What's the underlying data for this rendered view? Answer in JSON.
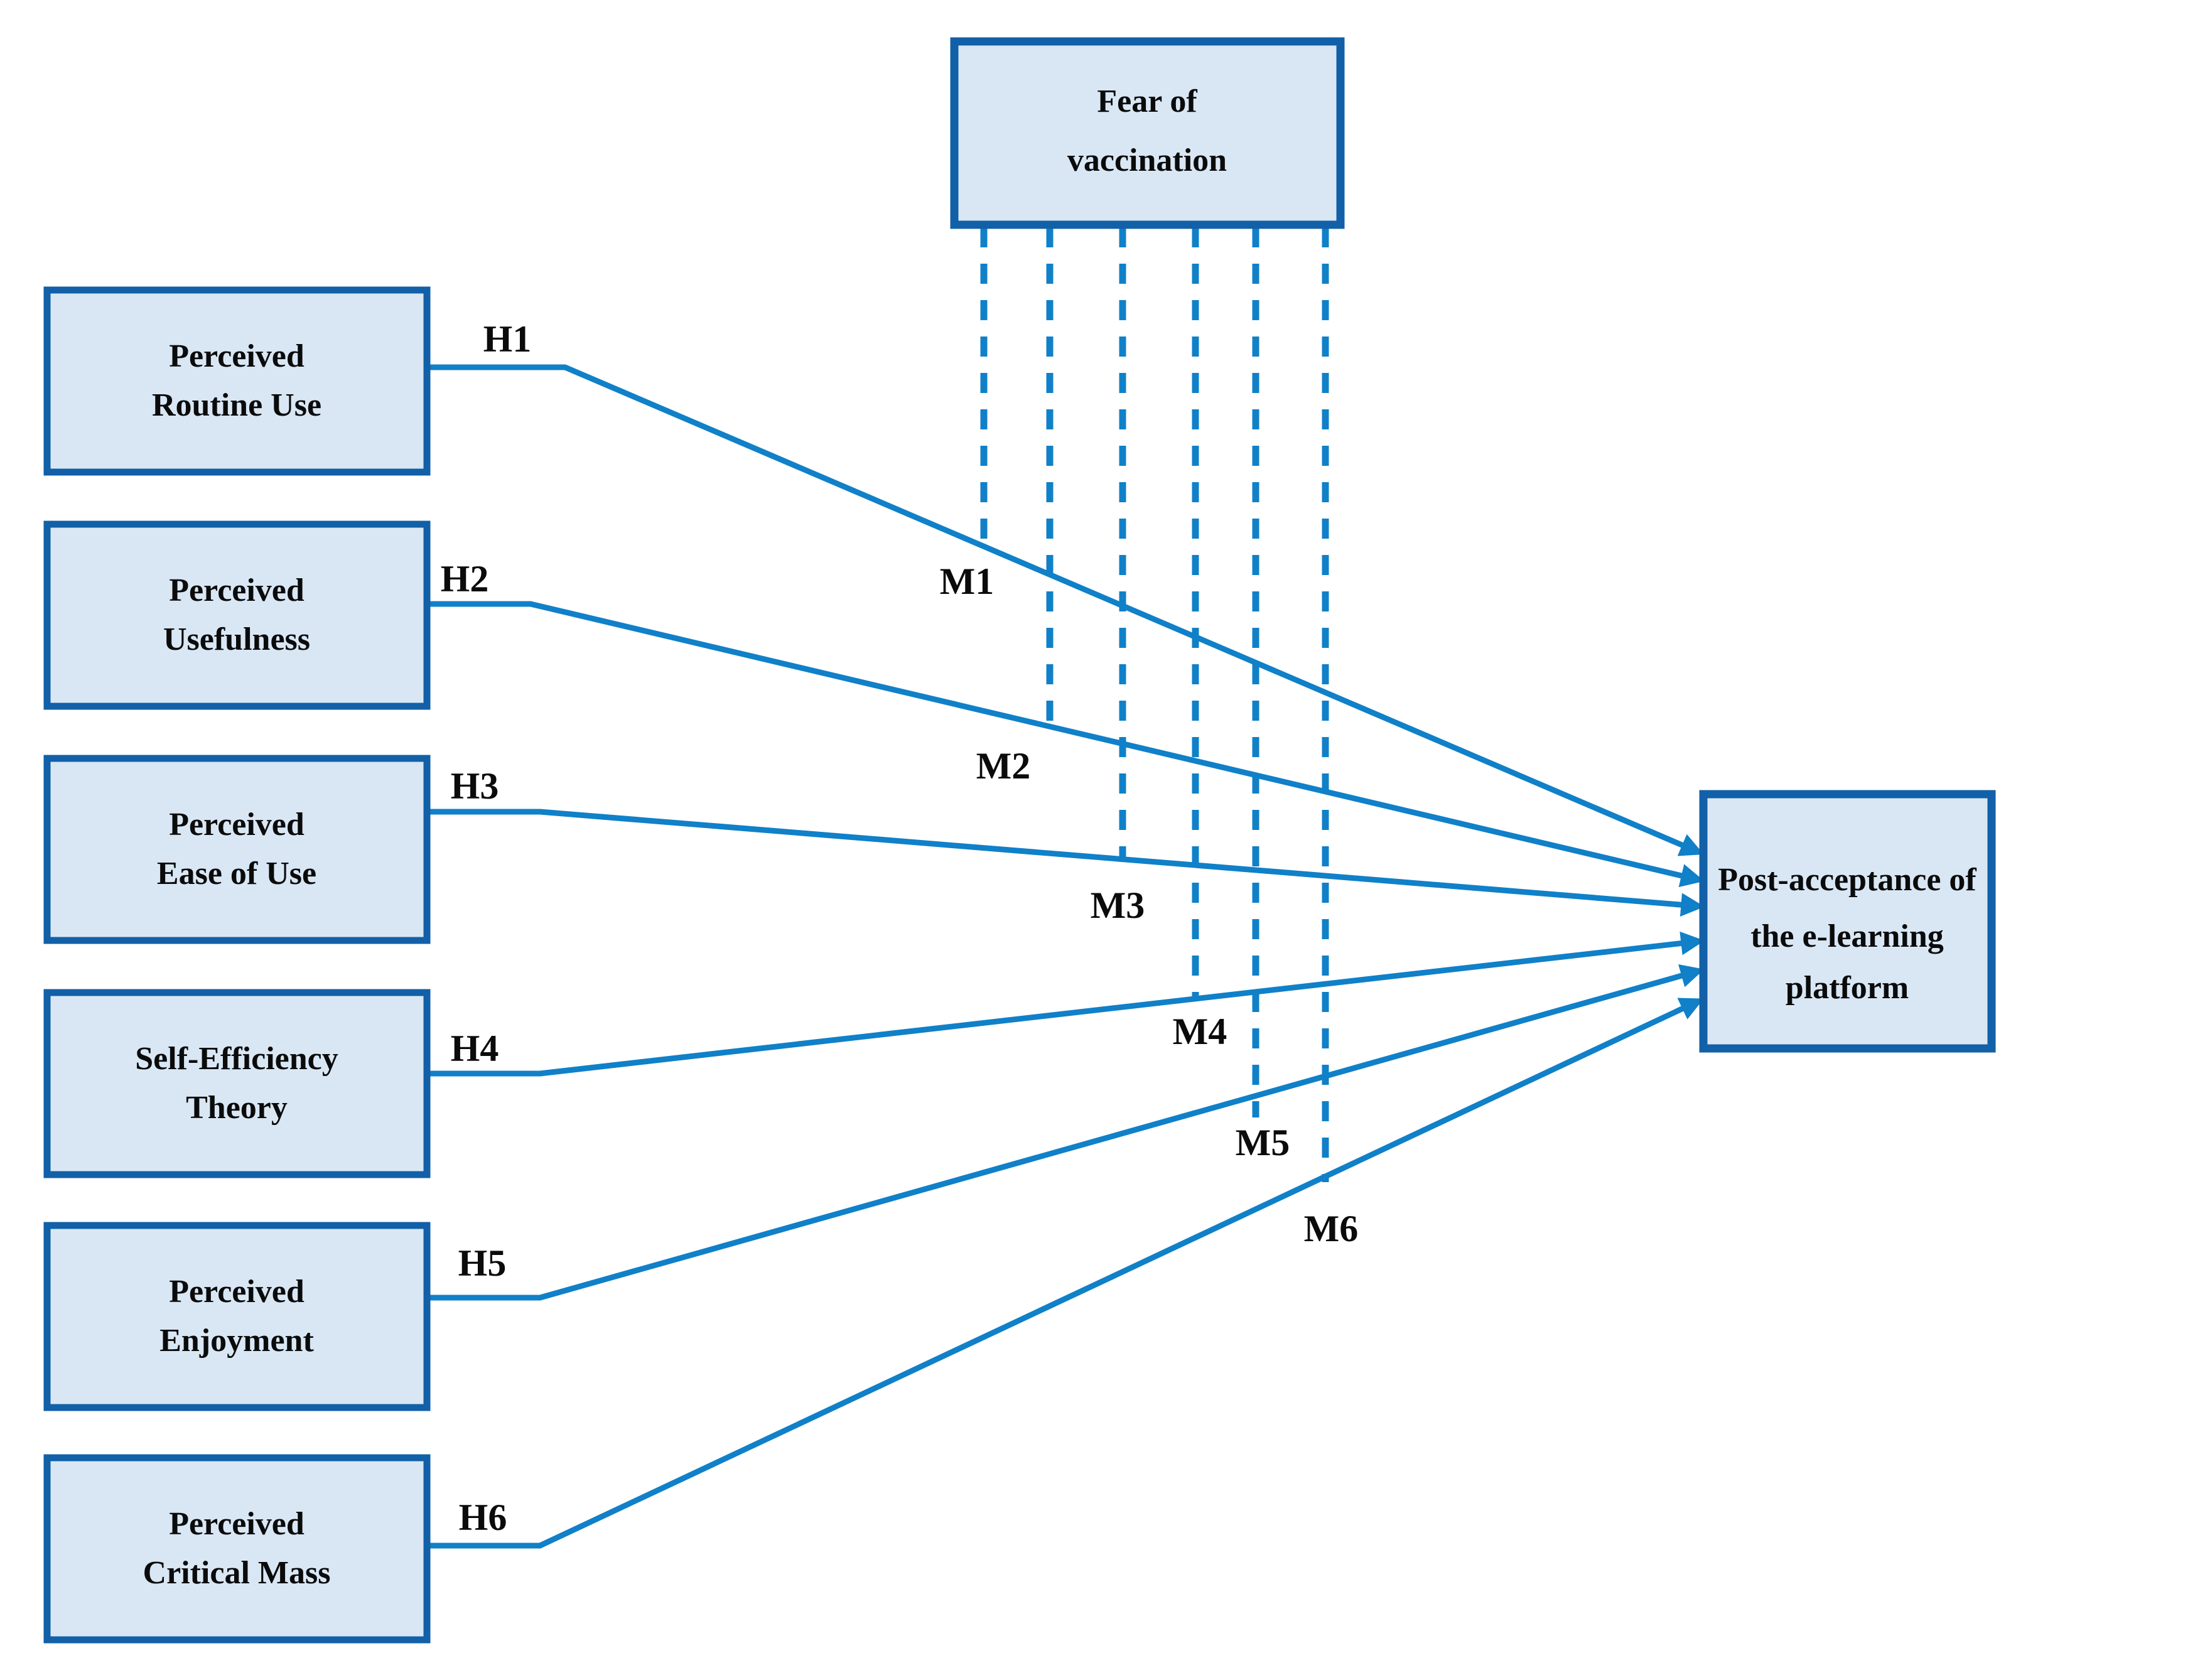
{
  "colors": {
    "box_fill": "#D9E7F5",
    "box_border": "#1160A8",
    "line_blue": "#1080C8",
    "text": "#0B0B0B",
    "background": "#FFFFFF"
  },
  "moderator": {
    "label_line1": "Fear of",
    "label_line2": "vaccination"
  },
  "outcome": {
    "label_line1": "Post-acceptance of",
    "label_line2": "the e-learning",
    "label_line3": "platform"
  },
  "constructs": [
    {
      "label_line1": "Perceived",
      "label_line2": "Routine Use",
      "hypothesis": "H1",
      "moderation": "M1"
    },
    {
      "label_line1": "Perceived",
      "label_line2": "Usefulness",
      "hypothesis": "H2",
      "moderation": "M2"
    },
    {
      "label_line1": "Perceived",
      "label_line2": "Ease of Use",
      "hypothesis": "H3",
      "moderation": "M3"
    },
    {
      "label_line1": "Self-Efficiency",
      "label_line2": "Theory",
      "hypothesis": "H4",
      "moderation": "M4"
    },
    {
      "label_line1": "Perceived",
      "label_line2": "Enjoyment",
      "hypothesis": "H5",
      "moderation": "M5"
    },
    {
      "label_line1": "Perceived",
      "label_line2": "Critical Mass",
      "hypothesis": "H6",
      "moderation": "M6"
    }
  ]
}
